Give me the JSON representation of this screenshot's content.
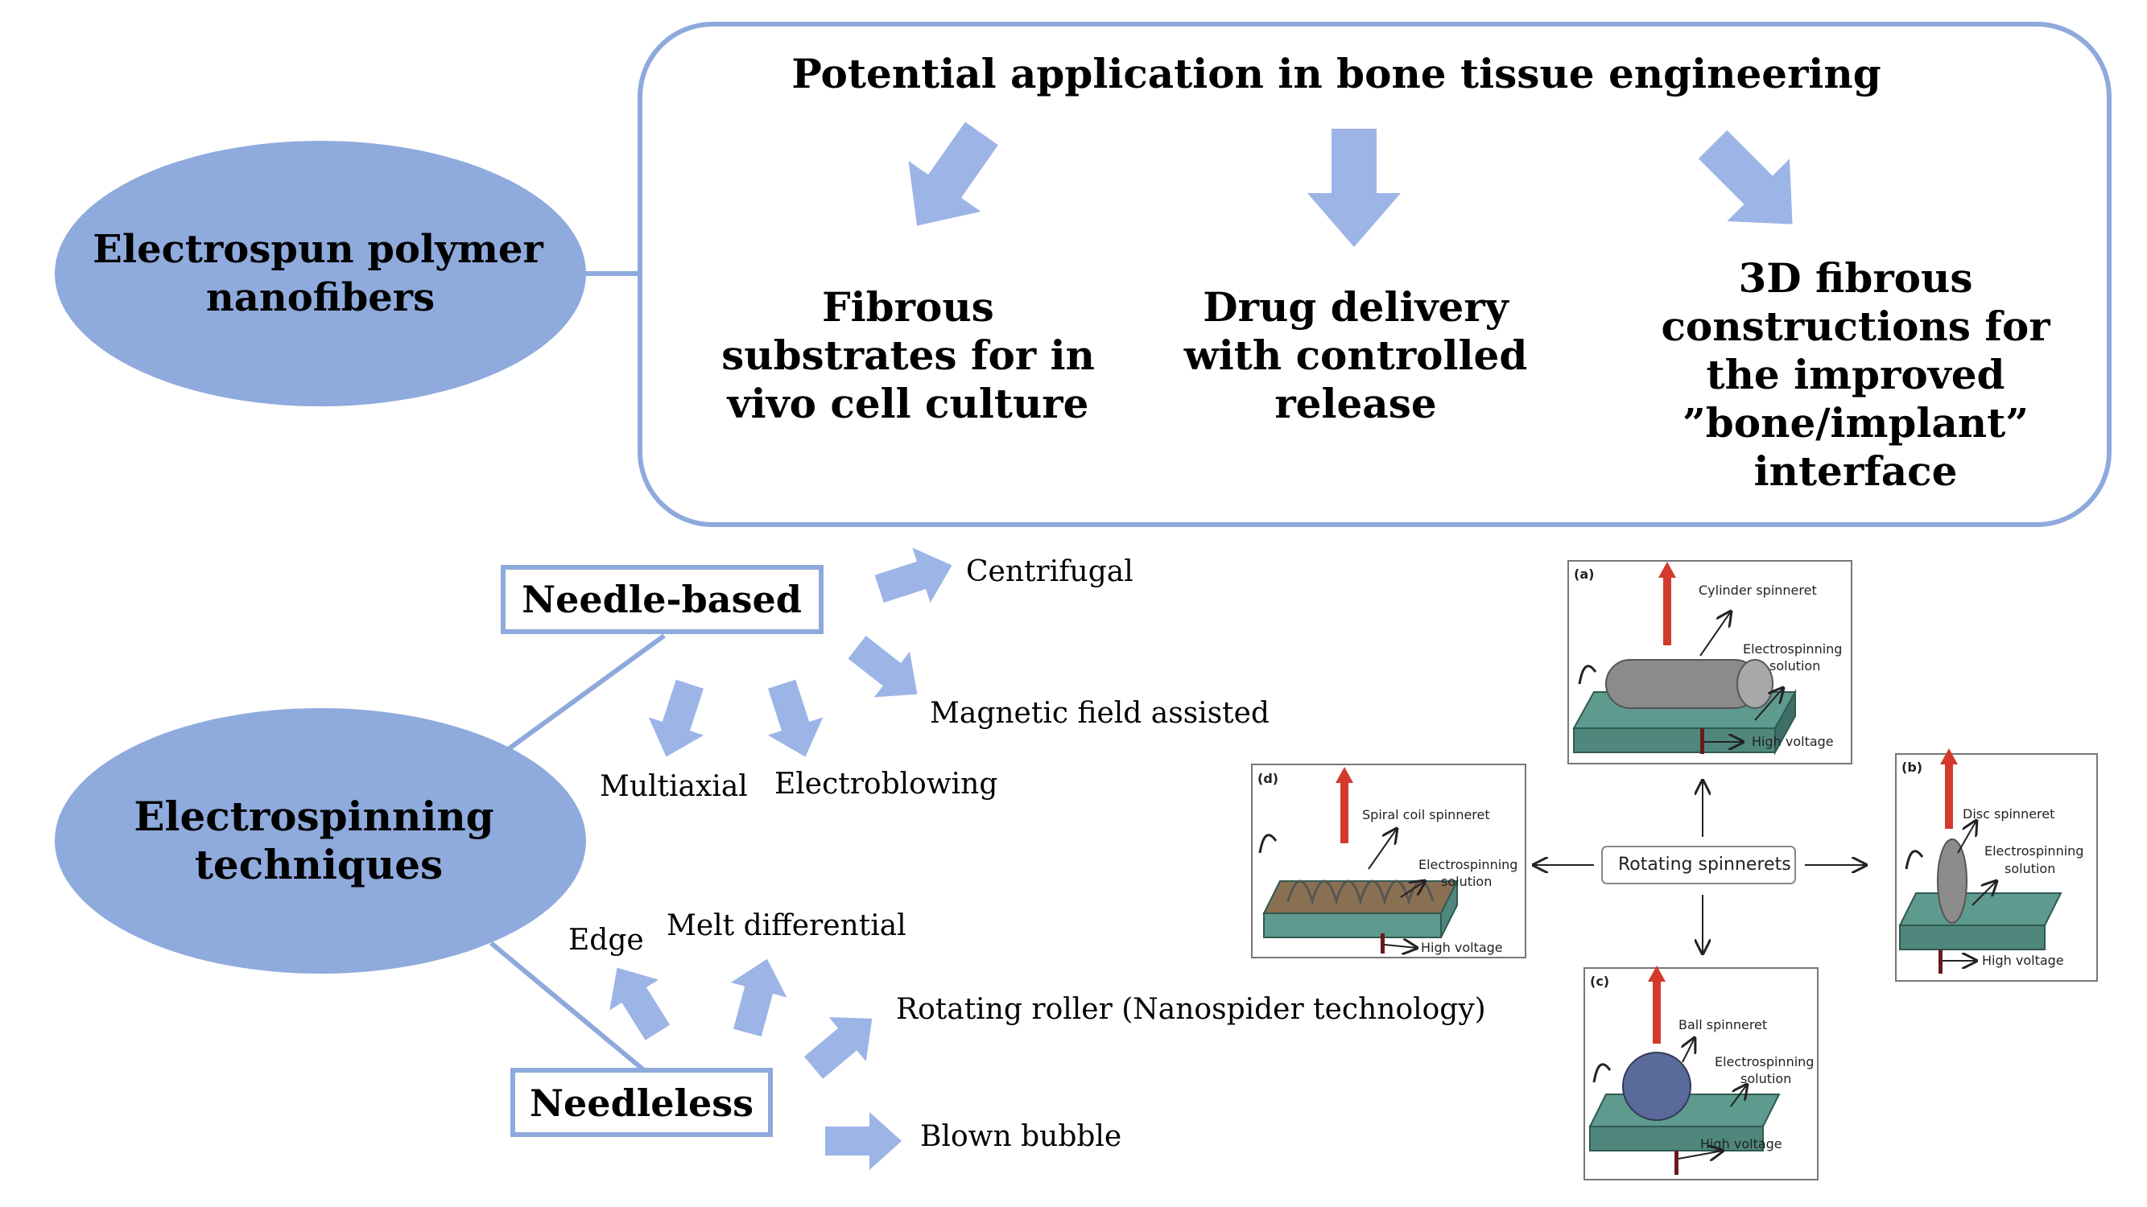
{
  "top": {
    "ellipse_label_1": "Electrospun polymer",
    "ellipse_label_2": "nanofibers",
    "panel_title": "Potential application in bone tissue engineering",
    "applications": [
      {
        "lines": [
          "Fibrous",
          "substrates for in",
          "vivo cell culture"
        ]
      },
      {
        "lines": [
          "Drug delivery",
          "with controlled",
          "release"
        ]
      },
      {
        "lines": [
          "3D fibrous",
          "constructions for",
          "the improved",
          "”bone/implant”",
          "interface"
        ]
      }
    ]
  },
  "bottom": {
    "ellipse_label_1": "Electrospinning",
    "ellipse_label_2": "techniques",
    "needle_based": {
      "title": "Needle-based",
      "items": [
        "Centrifugal",
        "Magnetic field assisted",
        "Multiaxial",
        "Electroblowing"
      ]
    },
    "needleless": {
      "title": "Needleless",
      "items": [
        "Edge",
        "Melt differential",
        "Rotating roller (Nanospider technology)",
        "Blown bubble"
      ]
    }
  },
  "spinnerets": {
    "center_label": "Rotating spinnerets",
    "panels": [
      {
        "tag": "(a)",
        "spinneret": "Cylinder spinneret",
        "solution_1": "Electrospinning",
        "solution_2": "solution",
        "voltage": "High voltage"
      },
      {
        "tag": "(b)",
        "spinneret": "Disc spinneret",
        "solution_1": "Electrospinning",
        "solution_2": "solution",
        "voltage": "High voltage"
      },
      {
        "tag": "(c)",
        "spinneret": "Ball spinneret",
        "solution_1": "Electrospinning",
        "solution_2": "solution",
        "voltage": "High voltage"
      },
      {
        "tag": "(d)",
        "spinneret": "Spiral coil spinneret",
        "solution_1": "Electrospinning",
        "solution_2": "solution",
        "voltage": "High voltage"
      }
    ]
  },
  "colors": {
    "ellipse": "#8faadc",
    "arrow": "#9db4e6",
    "box_border": "#8ea9db",
    "tank": "#5f9a8f",
    "red_arrow": "#d33a2c"
  }
}
